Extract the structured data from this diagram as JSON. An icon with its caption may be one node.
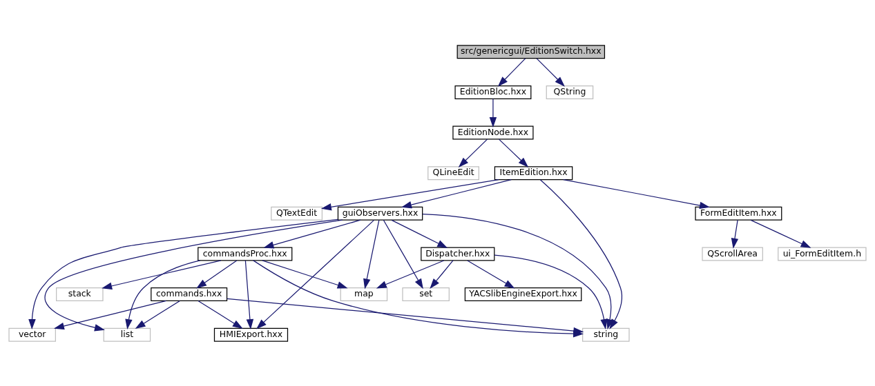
{
  "diagram": {
    "nodes": [
      {
        "text": [
          "src/genericgui/EditionSwitch.hxx"
        ]
      },
      {
        "text": [
          "EditionBloc.hxx"
        ]
      },
      {
        "text": [
          "QString"
        ]
      },
      {
        "text": [
          "EditionNode.hxx"
        ]
      },
      {
        "text": [
          "QLineEdit"
        ]
      },
      {
        "text": [
          "ItemEdition.hxx"
        ]
      },
      {
        "text": [
          "QTextEdit"
        ]
      },
      {
        "text": [
          "guiObservers.hxx"
        ]
      },
      {
        "text": [
          "FormEditItem.hxx"
        ]
      },
      {
        "text": [
          "commandsProc.hxx"
        ]
      },
      {
        "text": [
          "Dispatcher.hxx"
        ]
      },
      {
        "text": [
          "QScrollArea"
        ]
      },
      {
        "text": [
          "ui_FormEditItem.h"
        ]
      },
      {
        "text": [
          "stack"
        ]
      },
      {
        "text": [
          "commands.hxx"
        ]
      },
      {
        "text": [
          "map"
        ]
      },
      {
        "text": [
          "YACSlibEngineExport.hxx"
        ]
      },
      {
        "text": [
          "set"
        ]
      },
      {
        "text": [
          "HMIExport.hxx"
        ]
      },
      {
        "text": [
          "list"
        ]
      },
      {
        "text": [
          "vector"
        ]
      },
      {
        "text": [
          "string"
        ]
      }
    ],
    "edges": [
      {
        "from": 0,
        "to": 1,
        "arrow": "to"
      },
      {
        "from": 0,
        "to": 2,
        "arrow": "to"
      },
      {
        "from": 1,
        "to": 3,
        "arrow": "to"
      },
      {
        "from": 3,
        "to": 5,
        "arrow": "to"
      },
      {
        "from": 3,
        "to": 4,
        "arrow": "to"
      },
      {
        "from": 5,
        "to": 6,
        "arrow": "to"
      },
      {
        "from": 5,
        "to": 7,
        "arrow": "to"
      },
      {
        "from": 5,
        "to": 21,
        "arrow": "to"
      },
      {
        "from": 5,
        "to": 8,
        "arrow": "to"
      },
      {
        "from": 7,
        "to": 18,
        "arrow": "to"
      },
      {
        "from": 7,
        "to": 19,
        "arrow": "to"
      },
      {
        "from": 7,
        "to": 9,
        "arrow": "to"
      },
      {
        "from": 7,
        "to": 20,
        "arrow": "to"
      },
      {
        "from": 7,
        "to": 15,
        "arrow": "to"
      },
      {
        "from": 7,
        "to": 10,
        "arrow": "to"
      },
      {
        "from": 7,
        "to": 17,
        "arrow": "to"
      },
      {
        "from": 7,
        "to": 21,
        "arrow": "to"
      },
      {
        "from": 8,
        "to": 11,
        "arrow": "to"
      },
      {
        "from": 8,
        "to": 12,
        "arrow": "to"
      },
      {
        "from": 9,
        "to": 18,
        "arrow": "to"
      },
      {
        "from": 9,
        "to": 13,
        "arrow": "to"
      },
      {
        "from": 9,
        "to": 19,
        "arrow": "to"
      },
      {
        "from": 9,
        "to": 14,
        "arrow": "to"
      },
      {
        "from": 9,
        "to": 15,
        "arrow": "to"
      },
      {
        "from": 9,
        "to": 21,
        "arrow": "to"
      },
      {
        "from": 10,
        "to": 15,
        "arrow": "to"
      },
      {
        "from": 10,
        "to": 16,
        "arrow": "to"
      },
      {
        "from": 10,
        "to": 17,
        "arrow": "to"
      },
      {
        "from": 10,
        "to": 21,
        "arrow": "to"
      },
      {
        "from": 14,
        "to": 18,
        "arrow": "to"
      },
      {
        "from": 14,
        "to": 19,
        "arrow": "to"
      },
      {
        "from": 14,
        "to": 20,
        "arrow": "to"
      },
      {
        "from": 14,
        "to": 21,
        "arrow": "to"
      }
    ]
  }
}
